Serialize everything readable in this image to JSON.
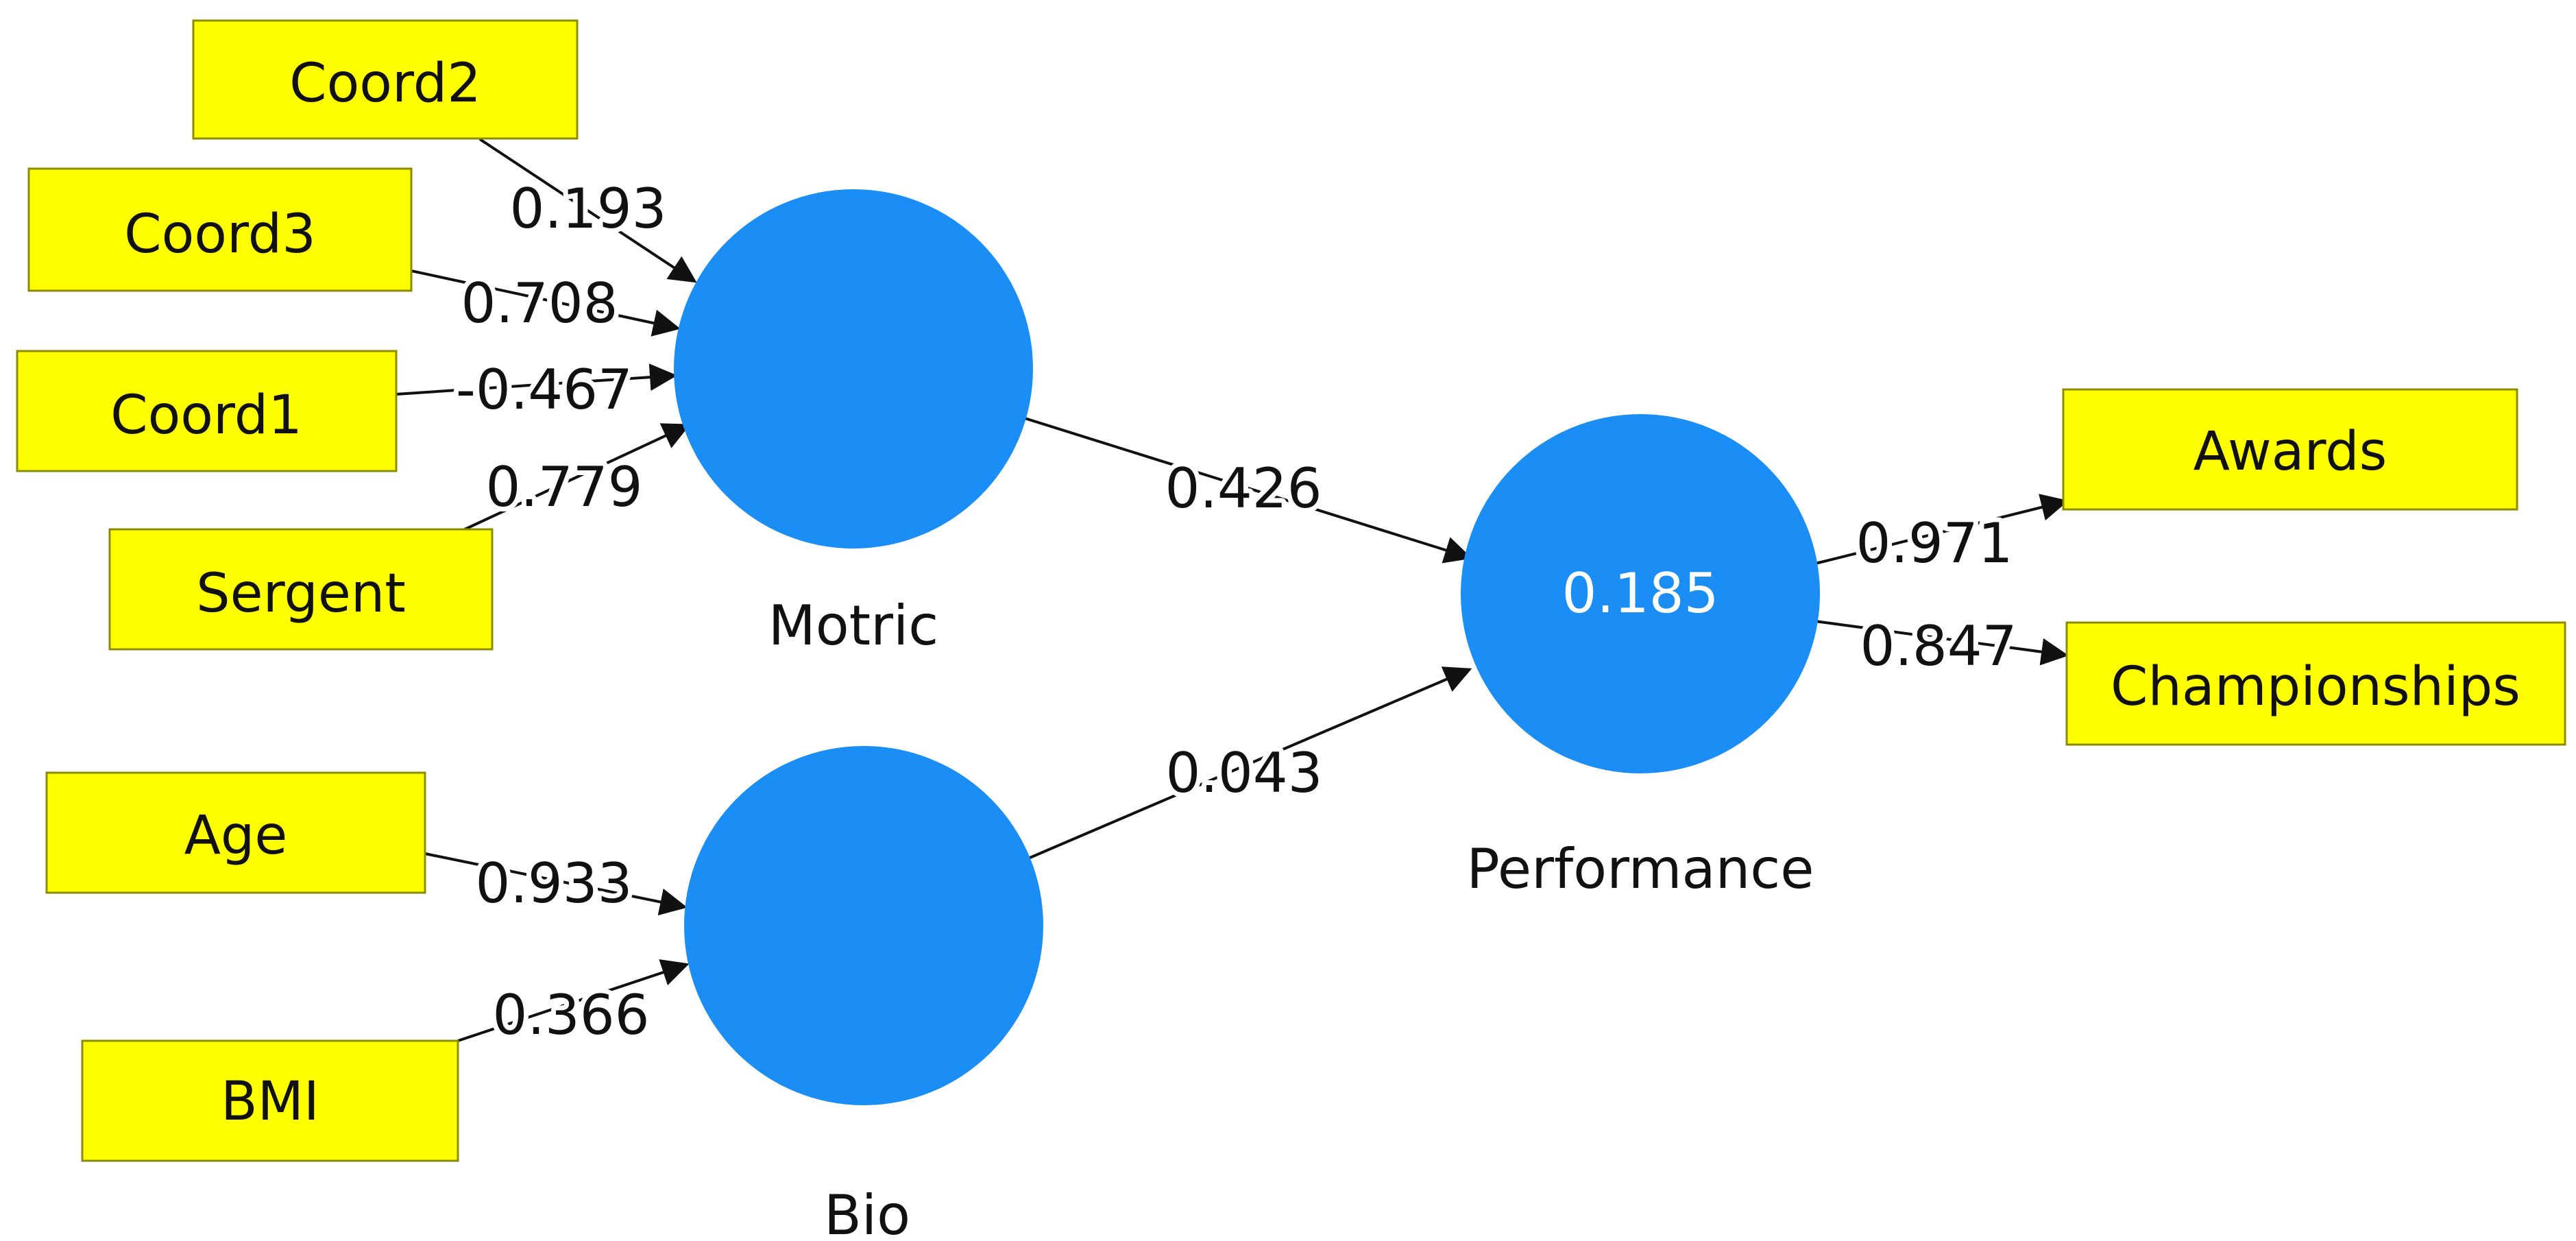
{
  "indicators": {
    "coord2": "Coord2",
    "coord3": "Coord3",
    "coord1": "Coord1",
    "sergent": "Sergent",
    "age": "Age",
    "bmi": "BMI",
    "awards": "Awards",
    "championships": "Championships"
  },
  "latents": {
    "motric": "Motric",
    "bio": "Bio",
    "performance": "Performance",
    "performance_r2": "0.185"
  },
  "weights": {
    "coord2": "0.193",
    "coord3": "0.708",
    "coord1": "-0.467",
    "sergent": "0.779",
    "age": "0.933",
    "bmi": "0.366"
  },
  "loadings": {
    "awards": "0.971",
    "championships": "0.847"
  },
  "path_coefficients": {
    "motric_performance": "0.426",
    "bio_performance": "0.043"
  },
  "colors": {
    "indicator_fill": "#ffff00",
    "latent_fill": "#1a8ef5"
  }
}
